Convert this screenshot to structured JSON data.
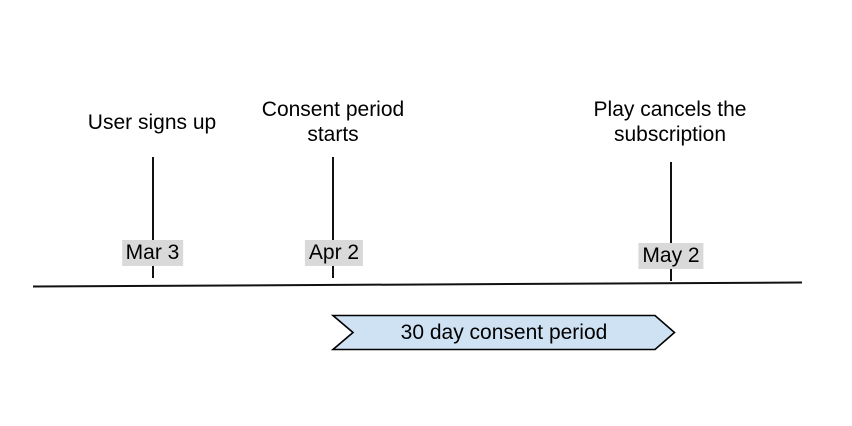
{
  "diagram": {
    "events": [
      {
        "label": "User signs up",
        "date": "Mar 3"
      },
      {
        "label": "Consent period starts",
        "date": "Apr 2"
      },
      {
        "label": "Play cancels the subscription",
        "date": "May 2"
      }
    ],
    "banner": {
      "label": "30 day consent period"
    },
    "colors": {
      "banner_fill": "#cfe2f3",
      "banner_stroke": "#000000",
      "date_badge_bg": "#d9d9d9",
      "timeline_line": "#111111",
      "text": "#000000"
    }
  }
}
